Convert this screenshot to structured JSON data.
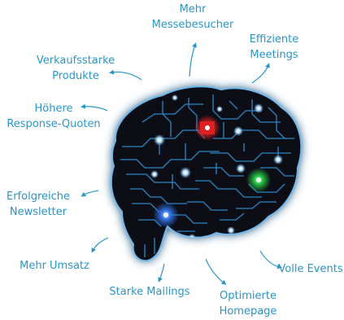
{
  "colors": {
    "label": "#2a95c9",
    "arrow": "#2a95c9",
    "brain_fill": "#0b0d12",
    "circuit": "#2d8fd0",
    "glow": "#6fb9ee",
    "node_red": "#e02020",
    "node_green": "#22c040",
    "node_blue": "#2f6fe0",
    "node_white": "#f2f8ff"
  },
  "labels": {
    "messebesucher": {
      "line1": "Mehr",
      "line2": "Messebesucher"
    },
    "meetings": {
      "line1": "Effiziente",
      "line2": "Meetings"
    },
    "produkte": {
      "line1": "Verkaufsstarke",
      "line2": "Produkte"
    },
    "response": {
      "line1": "Höhere",
      "line2": "Response-Quoten"
    },
    "newsletter": {
      "line1": "Erfolgreiche",
      "line2": "Newsletter"
    },
    "umsatz": {
      "line1": "Mehr Umsatz"
    },
    "mailings": {
      "line1": "Starke Mailings"
    },
    "homepage": {
      "line1": "Optimierte",
      "line2": "Homepage"
    },
    "events": {
      "line1": "Volle Events"
    }
  },
  "icons": {
    "brain": "brain-circuit-icon",
    "arrows": "curved-arrow-icon"
  }
}
